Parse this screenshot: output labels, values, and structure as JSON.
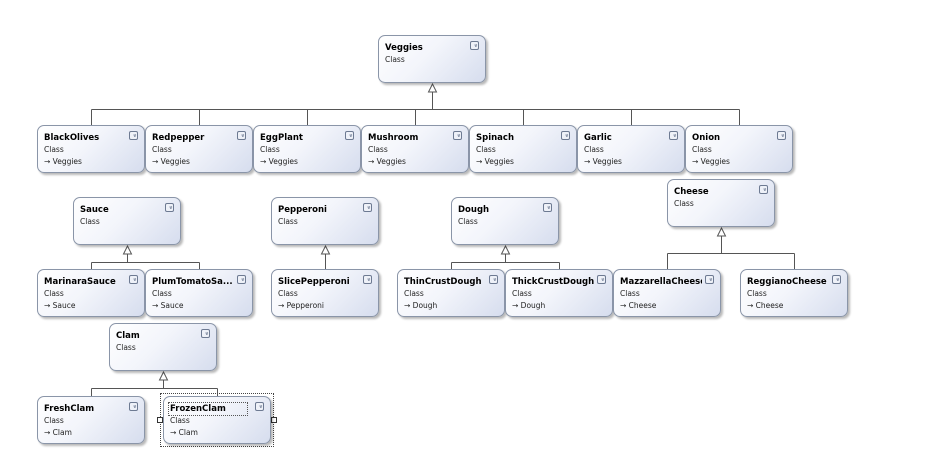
{
  "diagram": {
    "selected": "FrozenClam",
    "classes": [
      {
        "id": "Veggies",
        "name": "Veggies",
        "kind": "Class",
        "base": ""
      },
      {
        "id": "BlackOlives",
        "name": "BlackOlives",
        "kind": "Class",
        "base": "→ Veggies"
      },
      {
        "id": "Redpepper",
        "name": "Redpepper",
        "kind": "Class",
        "base": "→ Veggies"
      },
      {
        "id": "EggPlant",
        "name": "EggPlant",
        "kind": "Class",
        "base": "→ Veggies"
      },
      {
        "id": "Mushroom",
        "name": "Mushroom",
        "kind": "Class",
        "base": "→ Veggies"
      },
      {
        "id": "Spinach",
        "name": "Spinach",
        "kind": "Class",
        "base": "→ Veggies"
      },
      {
        "id": "Garlic",
        "name": "Garlic",
        "kind": "Class",
        "base": "→ Veggies"
      },
      {
        "id": "Onion",
        "name": "Onion",
        "kind": "Class",
        "base": "→ Veggies"
      },
      {
        "id": "Sauce",
        "name": "Sauce",
        "kind": "Class",
        "base": ""
      },
      {
        "id": "MarinaraSauce",
        "name": "MarinaraSauce",
        "kind": "Class",
        "base": "→ Sauce"
      },
      {
        "id": "PlumTomatoSauce",
        "name": "PlumTomatoSa...",
        "kind": "Class",
        "base": "→ Sauce"
      },
      {
        "id": "Pepperoni",
        "name": "Pepperoni",
        "kind": "Class",
        "base": ""
      },
      {
        "id": "SlicePepperoni",
        "name": "SlicePepperoni",
        "kind": "Class",
        "base": "→ Pepperoni"
      },
      {
        "id": "Dough",
        "name": "Dough",
        "kind": "Class",
        "base": ""
      },
      {
        "id": "ThinCrustDough",
        "name": "ThinCrustDough",
        "kind": "Class",
        "base": "→ Dough"
      },
      {
        "id": "ThickCrustDough",
        "name": "ThickCrustDough",
        "kind": "Class",
        "base": "→ Dough"
      },
      {
        "id": "Cheese",
        "name": "Cheese",
        "kind": "Class",
        "base": ""
      },
      {
        "id": "MazzarellaCheese",
        "name": "MazzarellaCheese",
        "kind": "Class",
        "base": "→ Cheese"
      },
      {
        "id": "ReggianoCheese",
        "name": "ReggianoCheese",
        "kind": "Class",
        "base": "→ Cheese"
      },
      {
        "id": "Clam",
        "name": "Clam",
        "kind": "Class",
        "base": ""
      },
      {
        "id": "FreshClam",
        "name": "FreshClam",
        "kind": "Class",
        "base": "→ Clam"
      },
      {
        "id": "FrozenClam",
        "name": "FrozenClam",
        "kind": "Class",
        "base": "→ Clam"
      }
    ],
    "inheritance": [
      {
        "parent": "Veggies",
        "children": [
          "BlackOlives",
          "Redpepper",
          "EggPlant",
          "Mushroom",
          "Spinach",
          "Garlic",
          "Onion"
        ]
      },
      {
        "parent": "Sauce",
        "children": [
          "MarinaraSauce",
          "PlumTomatoSauce"
        ]
      },
      {
        "parent": "Pepperoni",
        "children": [
          "SlicePepperoni"
        ]
      },
      {
        "parent": "Dough",
        "children": [
          "ThinCrustDough",
          "ThickCrustDough"
        ]
      },
      {
        "parent": "Cheese",
        "children": [
          "MazzarellaCheese",
          "ReggianoCheese"
        ]
      },
      {
        "parent": "Clam",
        "children": [
          "FreshClam",
          "FrozenClam"
        ]
      }
    ]
  }
}
